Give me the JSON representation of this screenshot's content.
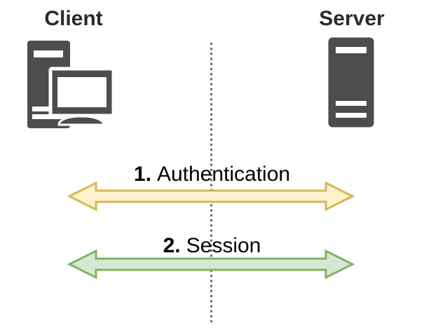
{
  "canvas": {
    "background": "#ffffff"
  },
  "nodes": {
    "client": {
      "label": "Client",
      "icon": "desktop-computer-icon"
    },
    "server": {
      "label": "Server",
      "icon": "server-tower-icon"
    }
  },
  "divider": {
    "color": "#666666",
    "style": "dotted"
  },
  "messages": [
    {
      "step": "1.",
      "label": "Authentication",
      "fill": "#FFF2CC",
      "stroke": "#D6B656",
      "direction": "bidirectional"
    },
    {
      "step": "2.",
      "label": "Session",
      "fill": "#D5E8D4",
      "stroke": "#82B366",
      "direction": "bidirectional"
    }
  ],
  "colors": {
    "icon": "#4D4D4D",
    "title_text": "#2b2b2b",
    "label_text": "#000000"
  }
}
